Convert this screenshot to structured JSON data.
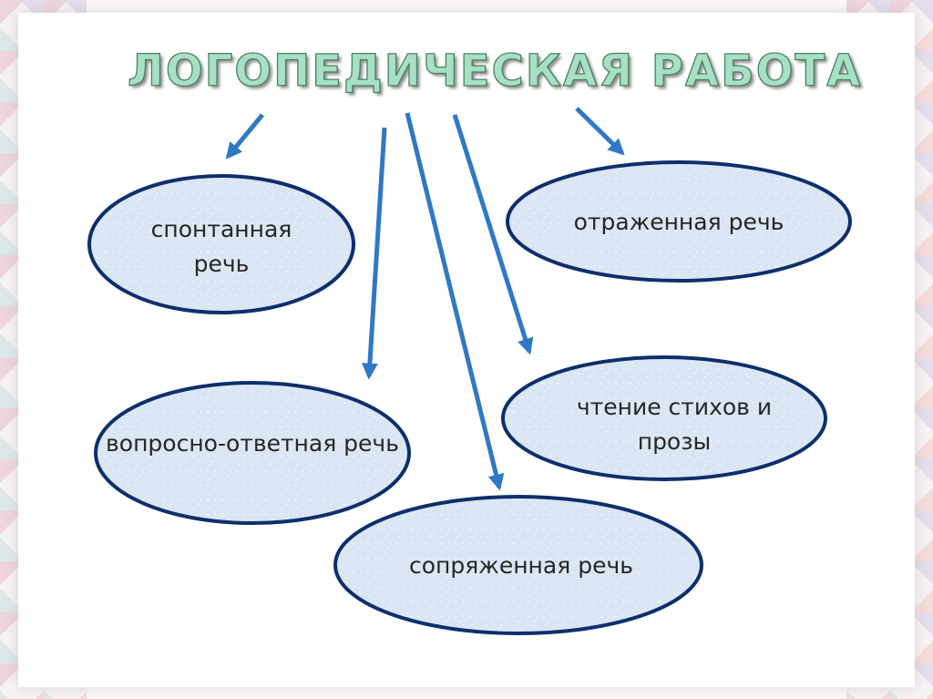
{
  "title": "ЛОГОПЕДИЧЕСКАЯ РАБОТА",
  "nodes": {
    "spontaneous": "спонтанная речь",
    "reflected": "отраженная речь",
    "question_answer": "вопросно-ответная речь",
    "reading": "чтение стихов и прозы",
    "conjugate": "сопряженная речь"
  },
  "colors": {
    "arrow": "#2f78c6",
    "ellipse_stroke": "#0d2f6b",
    "ellipse_fill": "#dae6f4",
    "title_fill": "#a7e0c4"
  }
}
